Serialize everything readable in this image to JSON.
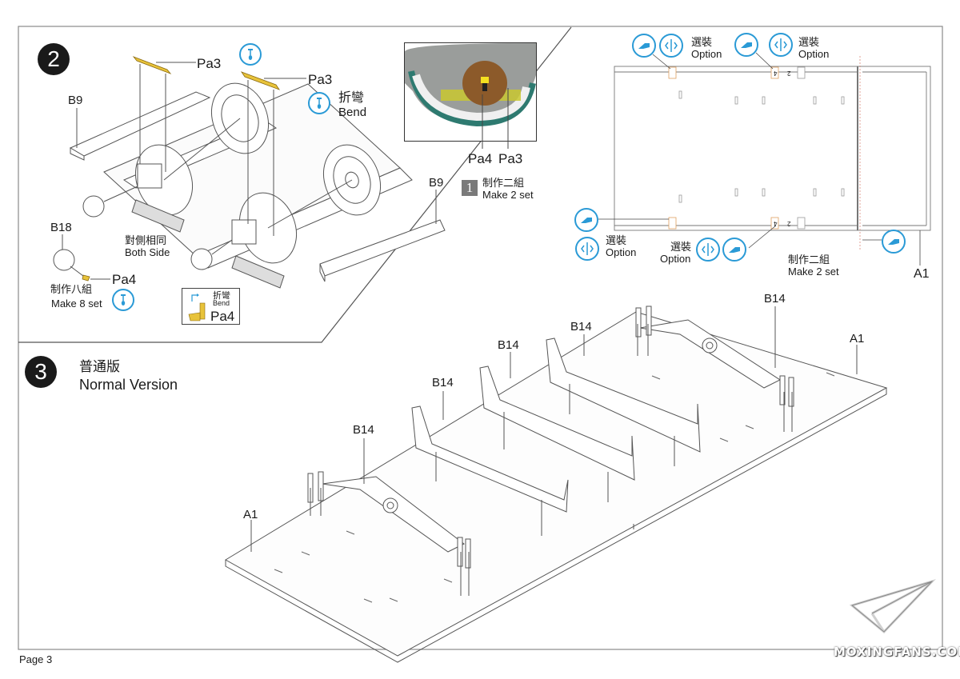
{
  "page": {
    "label": "Page 3"
  },
  "colors": {
    "accent_blue": "#2a9ad6",
    "photo_etch_yellow": "#e8c33a",
    "line": "#4a4a4a",
    "badge_bg": "#1a1a1a"
  },
  "step2": {
    "number": "2",
    "parts": {
      "pa3_left": "Pa3",
      "pa3_right": "Pa3",
      "b9_left": "B9",
      "b9_right": "B9",
      "b18": "B18",
      "pa4": "Pa4"
    },
    "bend_note": {
      "zh": "折彎",
      "en": "Bend",
      "icon": "bend-icon"
    },
    "both_side": {
      "zh": "對側相同",
      "en": "Both Side"
    },
    "make8": {
      "zh": "制作八組",
      "en": "Make 8 set"
    },
    "bend_box": {
      "zh": "折彎",
      "en": "Bend",
      "part": "Pa4"
    },
    "inset": {
      "labels": [
        "Pa4",
        "Pa3"
      ],
      "sub_badge": "1",
      "make2": {
        "zh": "制作二組",
        "en": "Make 2 set"
      }
    }
  },
  "step_option": {
    "option_label": {
      "zh": "選裝",
      "en": "Option"
    },
    "option_icon": "drill-icon",
    "cut_icon": "cut-apart-icon",
    "slot_numbers": [
      "4",
      "2"
    ],
    "make2": {
      "zh": "制作二組",
      "en": "Make 2 set"
    },
    "part": "A1"
  },
  "step3": {
    "number": "3",
    "title_zh": "普通版",
    "title_en": "Normal Version",
    "parts": [
      "B14",
      "B14",
      "B14",
      "B14",
      "B14"
    ],
    "a1_left": "A1",
    "a1_right": "A1"
  },
  "watermark": {
    "text": "MOXINGFANS.COM",
    "icon": "paper-plane-icon"
  }
}
